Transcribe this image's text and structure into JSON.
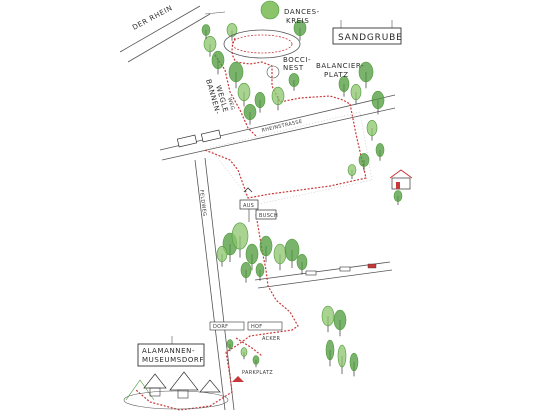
{
  "colors": {
    "tree": "#4e9a3a",
    "tree_light": "#8cc46b",
    "path": "#c8383a",
    "ink": "#2a2a2a"
  },
  "labels": {
    "river": "DER RHEIN",
    "dance": "DANCES-\nKREIS",
    "sandgrube": "SANDGRUBE",
    "bocce": "BOCCI-\nNEST",
    "balancier": "BALANCIER-\nPLATZ",
    "bannen": "BANNEN-\nWEGLE",
    "museum": "ALAMANNEN-\nMUSEUMSDORF",
    "sign1": "AUS",
    "sign2": "BUSCH",
    "roadside1": "RHEINSTRASSE",
    "roadside2": "FELDWEG",
    "small1": "WEG",
    "small2": "DORF",
    "small3": "HOF",
    "small4": "ACKER",
    "small5": "PARKPLATZ"
  },
  "icons": [
    "tree-icon",
    "bench-icon",
    "bus-icon",
    "car-icon",
    "sign-icon",
    "bird-icon",
    "hut-icon",
    "house-icon"
  ]
}
